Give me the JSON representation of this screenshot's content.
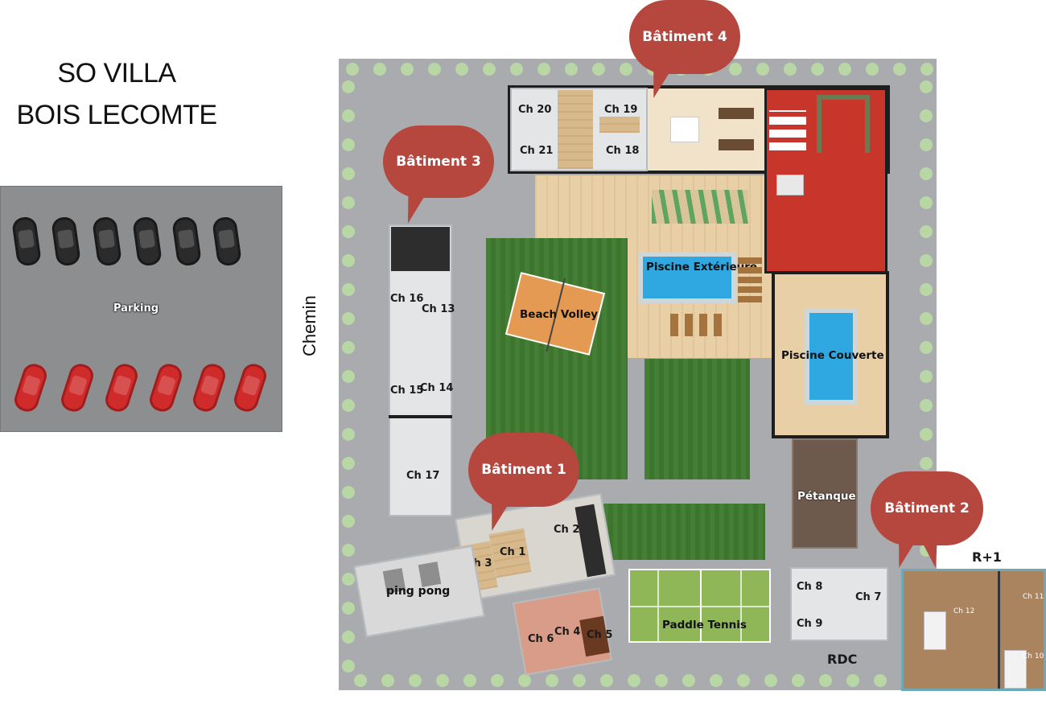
{
  "title": {
    "line1": "SO VILLA",
    "line2": "BOIS LECOMTE"
  },
  "road_label": "Chemin",
  "parking_label": "Parking",
  "buildings": {
    "b1": "Bâtiment 1",
    "b2": "Bâtiment 2",
    "b3": "Bâtiment 3",
    "b4": "Bâtiment 4"
  },
  "rooms": {
    "ch1": "Ch 1",
    "ch2": "Ch 2",
    "ch3": "Ch 3",
    "ch4": "Ch 4",
    "ch5": "Ch 5",
    "ch6": "Ch 6",
    "ch7": "Ch 7",
    "ch8": "Ch 8",
    "ch9": "Ch 9",
    "ch10": "Ch 10",
    "ch11": "Ch 11",
    "ch12": "Ch 12",
    "ch13": "Ch 13",
    "ch14": "Ch 14",
    "ch15": "Ch 15",
    "ch16": "Ch 16",
    "ch17": "Ch 17",
    "ch18": "Ch 18",
    "ch19": "Ch 19",
    "ch20": "Ch 20",
    "ch21": "Ch 21"
  },
  "zones": {
    "pool_outdoor": "Piscine Extérieure",
    "pool_indoor": "Piscine Couverte",
    "beach_volley": "Beach Volley",
    "petanque": "Pétanque",
    "paddle": "Paddle Tennis",
    "ping_pong": "ping pong"
  },
  "floors": {
    "rdc": "RDC",
    "r1": "R+1"
  },
  "colors": {
    "bubble": "#b5473f",
    "grass": "#3f7a2f",
    "pool": "#2fa7e0",
    "lounge_red": "#c8352b",
    "ground": "#a9abae"
  }
}
